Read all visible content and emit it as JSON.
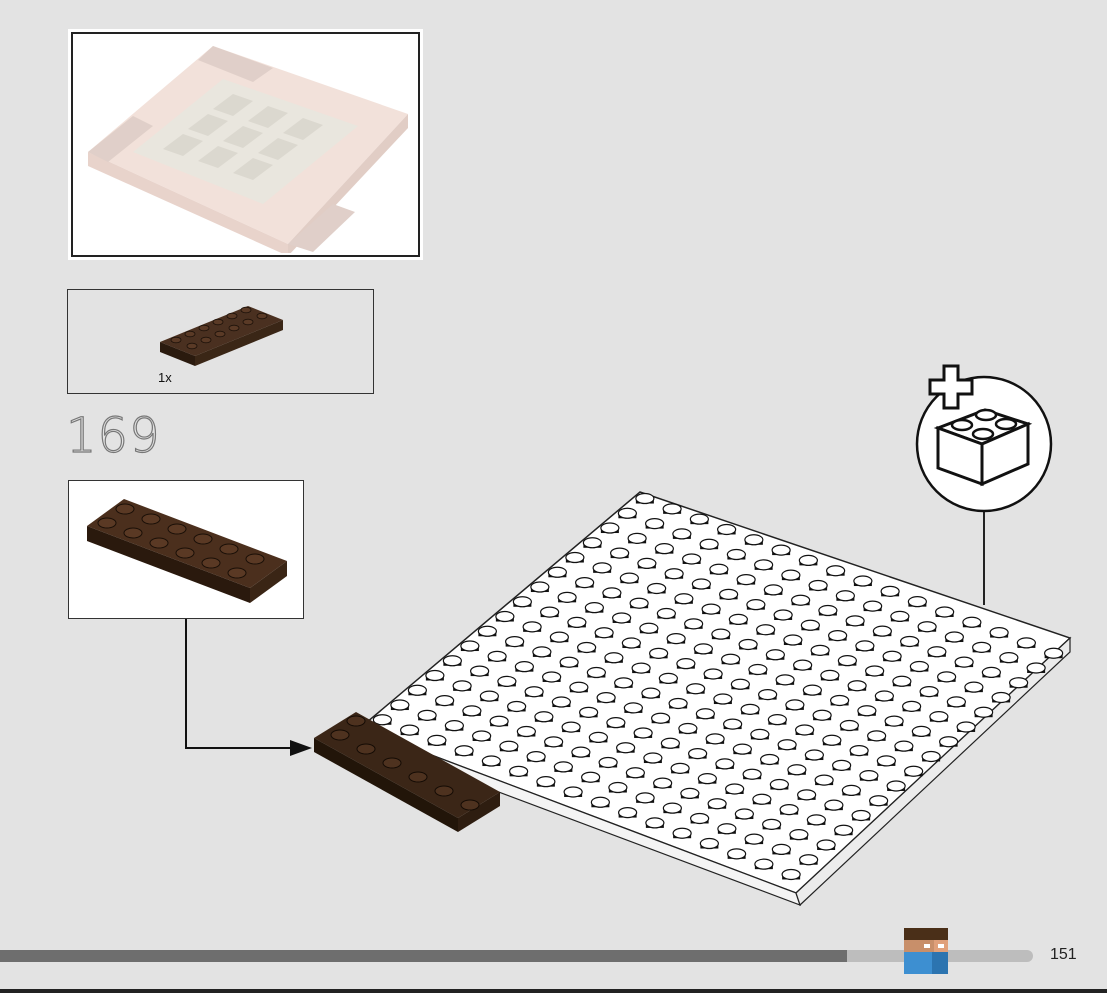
{
  "step": {
    "number": "169"
  },
  "parts_list": {
    "quantity": "1x"
  },
  "page": {
    "number": "151"
  },
  "progress": {
    "fraction": 0.82
  },
  "icons": {
    "preview": "completed-model-preview-icon",
    "part": "dark-brown-plate-2x6-icon",
    "add_brick": "add-brick-plus-icon",
    "character": "minecraft-steve-head-icon"
  },
  "colors": {
    "background": "#e3e3e3",
    "plate_brown": "#3b2617",
    "baseplate": "#ffffff",
    "progress_fill": "#6e6e6e",
    "progress_track": "#bdbdbd"
  }
}
